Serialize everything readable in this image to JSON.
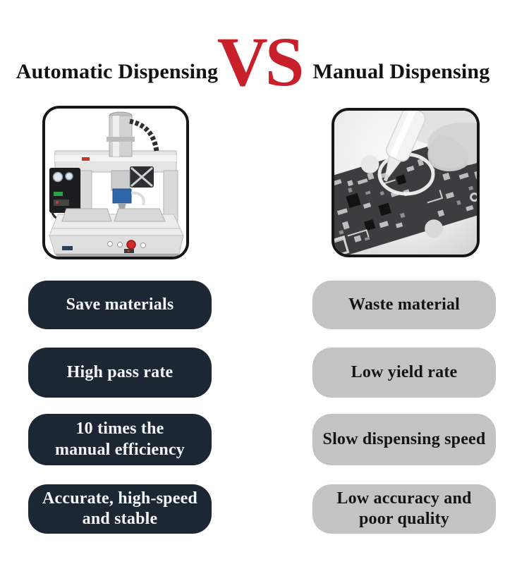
{
  "header": {
    "left_title": "Automatic Dispensing",
    "vs": "VS",
    "right_title": "Manual Dispensing"
  },
  "images": {
    "left_label": "automatic-dispensing-robot-photo",
    "right_label": "manual-glue-dispensing-on-pcb-photo"
  },
  "comparison": {
    "left": {
      "items": [
        {
          "text": "Save materials"
        },
        {
          "text": "High pass rate"
        },
        {
          "text": "10 times the\nmanual efficiency"
        },
        {
          "text": "Accurate, high-speed\nand stable"
        }
      ]
    },
    "right": {
      "items": [
        {
          "text": "Waste material"
        },
        {
          "text": "Low yield rate"
        },
        {
          "text": "Slow dispensing speed"
        },
        {
          "text": "Low accuracy and\npoor quality"
        }
      ]
    }
  },
  "colors": {
    "accent_red": "#c8202a",
    "pill_dark": "#1c2733",
    "pill_gray": "#c3c3c3",
    "title_black": "#111111",
    "border_black": "#161616"
  }
}
